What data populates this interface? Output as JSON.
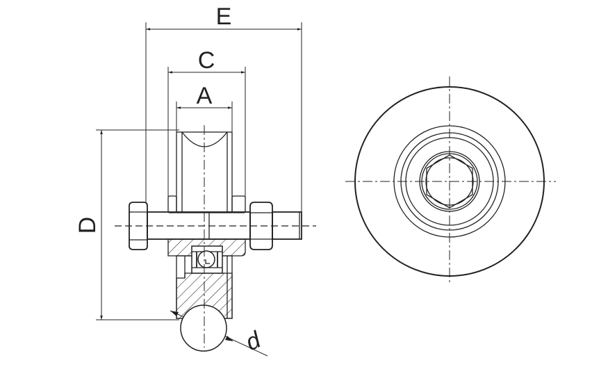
{
  "labels": {
    "E": "E",
    "C": "C",
    "A": "A",
    "D": "D",
    "d": "d"
  },
  "colors": {
    "line": "#231f20",
    "background": "#ffffff"
  }
}
